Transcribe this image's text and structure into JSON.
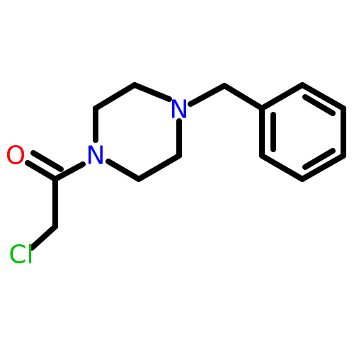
{
  "molecule": {
    "atoms": {
      "n1": {
        "symbol": "N",
        "color": "#0000FF"
      },
      "n4": {
        "symbol": "N",
        "color": "#0000FF"
      },
      "o": {
        "symbol": "O",
        "color": "#FF0000"
      },
      "cl": {
        "symbol": "Cl",
        "color": "#00C000"
      }
    },
    "bond_color": "#000000"
  }
}
